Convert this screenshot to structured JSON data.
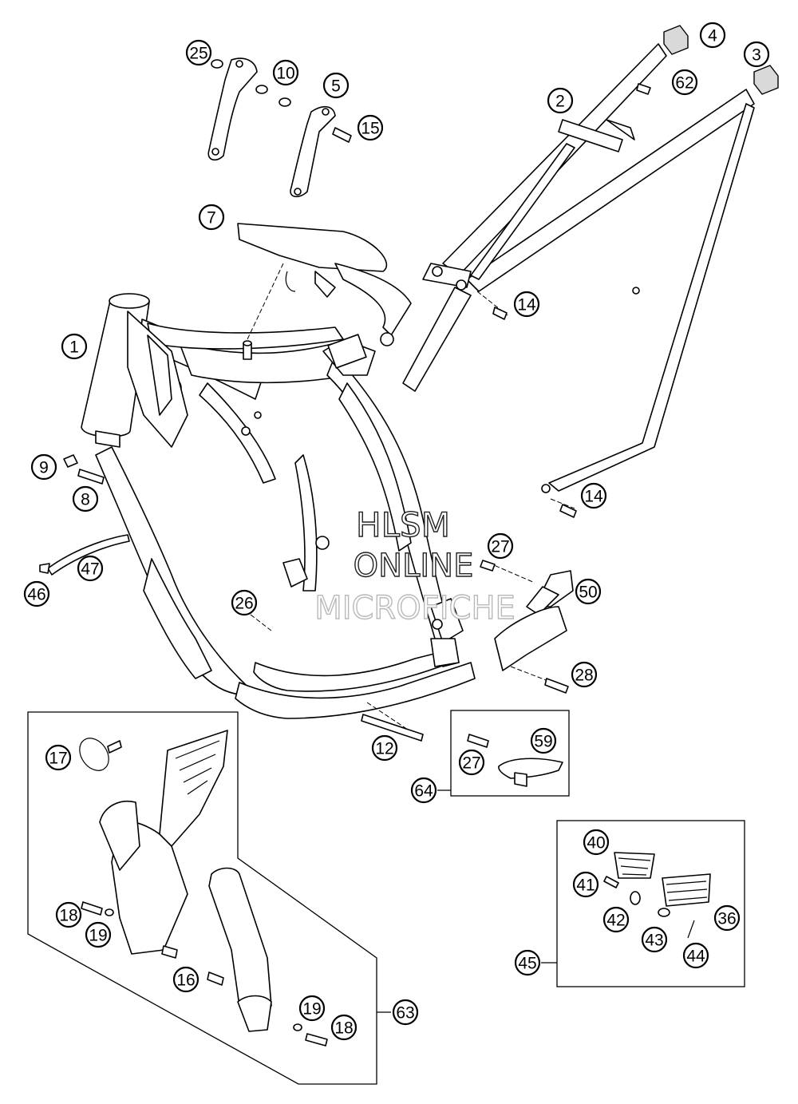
{
  "diagram": {
    "watermark": {
      "line1": "HLSM",
      "line2": "ONLINE",
      "line3": "MICROFICHE"
    },
    "callouts": [
      {
        "id": "c1",
        "label": "1"
      },
      {
        "id": "c2",
        "label": "2"
      },
      {
        "id": "c3",
        "label": "3"
      },
      {
        "id": "c4",
        "label": "4"
      },
      {
        "id": "c5",
        "label": "5"
      },
      {
        "id": "c7",
        "label": "7"
      },
      {
        "id": "c8",
        "label": "8"
      },
      {
        "id": "c9",
        "label": "9"
      },
      {
        "id": "c10",
        "label": "10"
      },
      {
        "id": "c12",
        "label": "12"
      },
      {
        "id": "c14a",
        "label": "14"
      },
      {
        "id": "c14b",
        "label": "14"
      },
      {
        "id": "c15",
        "label": "15"
      },
      {
        "id": "c16",
        "label": "16"
      },
      {
        "id": "c17",
        "label": "17"
      },
      {
        "id": "c18a",
        "label": "18"
      },
      {
        "id": "c18b",
        "label": "18"
      },
      {
        "id": "c19a",
        "label": "19"
      },
      {
        "id": "c19b",
        "label": "19"
      },
      {
        "id": "c25",
        "label": "25"
      },
      {
        "id": "c26",
        "label": "26"
      },
      {
        "id": "c27a",
        "label": "27"
      },
      {
        "id": "c27b",
        "label": "27"
      },
      {
        "id": "c28",
        "label": "28"
      },
      {
        "id": "c36",
        "label": "36"
      },
      {
        "id": "c40",
        "label": "40"
      },
      {
        "id": "c41",
        "label": "41"
      },
      {
        "id": "c42",
        "label": "42"
      },
      {
        "id": "c43",
        "label": "43"
      },
      {
        "id": "c44",
        "label": "44"
      },
      {
        "id": "c45",
        "label": "45"
      },
      {
        "id": "c46",
        "label": "46"
      },
      {
        "id": "c47",
        "label": "47"
      },
      {
        "id": "c50",
        "label": "50"
      },
      {
        "id": "c59",
        "label": "59"
      },
      {
        "id": "c62",
        "label": "62"
      },
      {
        "id": "c63",
        "label": "63"
      },
      {
        "id": "c64",
        "label": "64"
      }
    ]
  }
}
